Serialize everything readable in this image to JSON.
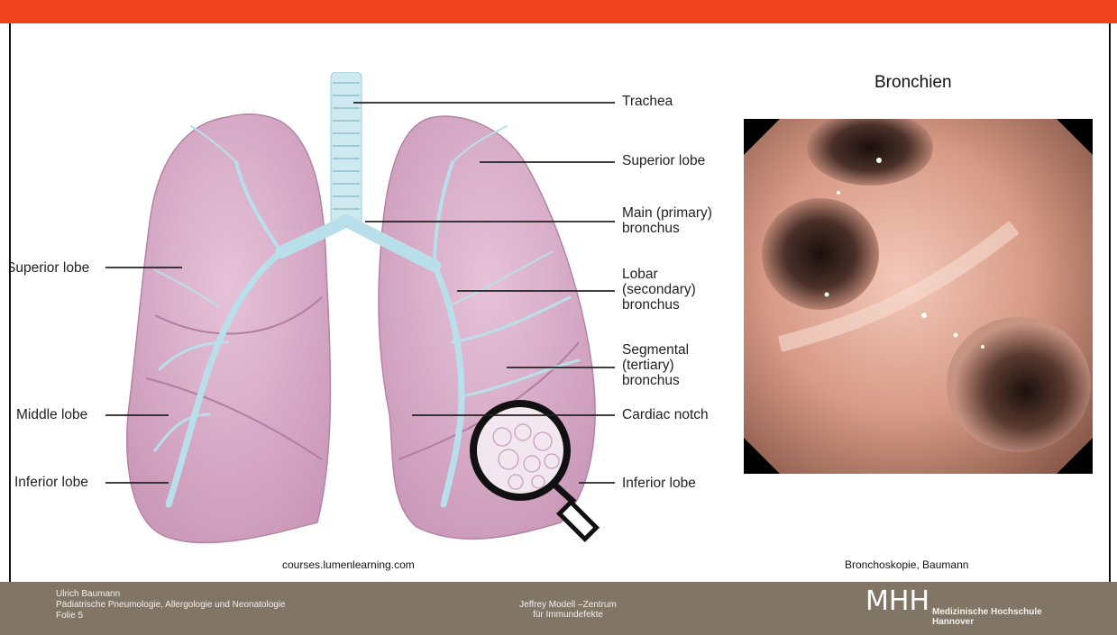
{
  "diagram": {
    "labels": {
      "trachea": "Trachea",
      "superior_lobe_right": "Superior lobe",
      "main_bronchus": "Main (primary)\nbronchus",
      "lobar_bronchus": "Lobar\n(secondary)\nbronchus",
      "segmental_bronchus": "Segmental\n(tertiary)\nbronchus",
      "cardiac_notch": "Cardiac notch",
      "inferior_lobe_right": "Inferior lobe",
      "superior_lobe_left": "Superior lobe",
      "middle_lobe": "Middle lobe",
      "inferior_lobe_left": "Inferior lobe"
    },
    "credit": "courses.lumenlearning.com"
  },
  "photo": {
    "title": "Bronchien",
    "credit": "Bronchoskopie, Baumann"
  },
  "footer": {
    "author": "Ulrich Baumann",
    "department": "Pädiatrische Pneumologie, Allergologie und Neonatologie",
    "slide": "Folie 5",
    "center_line1": "Jeffrey Modell –Zentrum",
    "center_line2": "für Immundefekte",
    "logo_mark": "MHH",
    "logo_line1": "Medizinische Hochschule",
    "logo_line2": "Hannover"
  },
  "colors": {
    "top_bar": "#f0441f",
    "footer": "#817566",
    "lung": "#d9a9c7",
    "bronchi": "#b9e0ea"
  }
}
